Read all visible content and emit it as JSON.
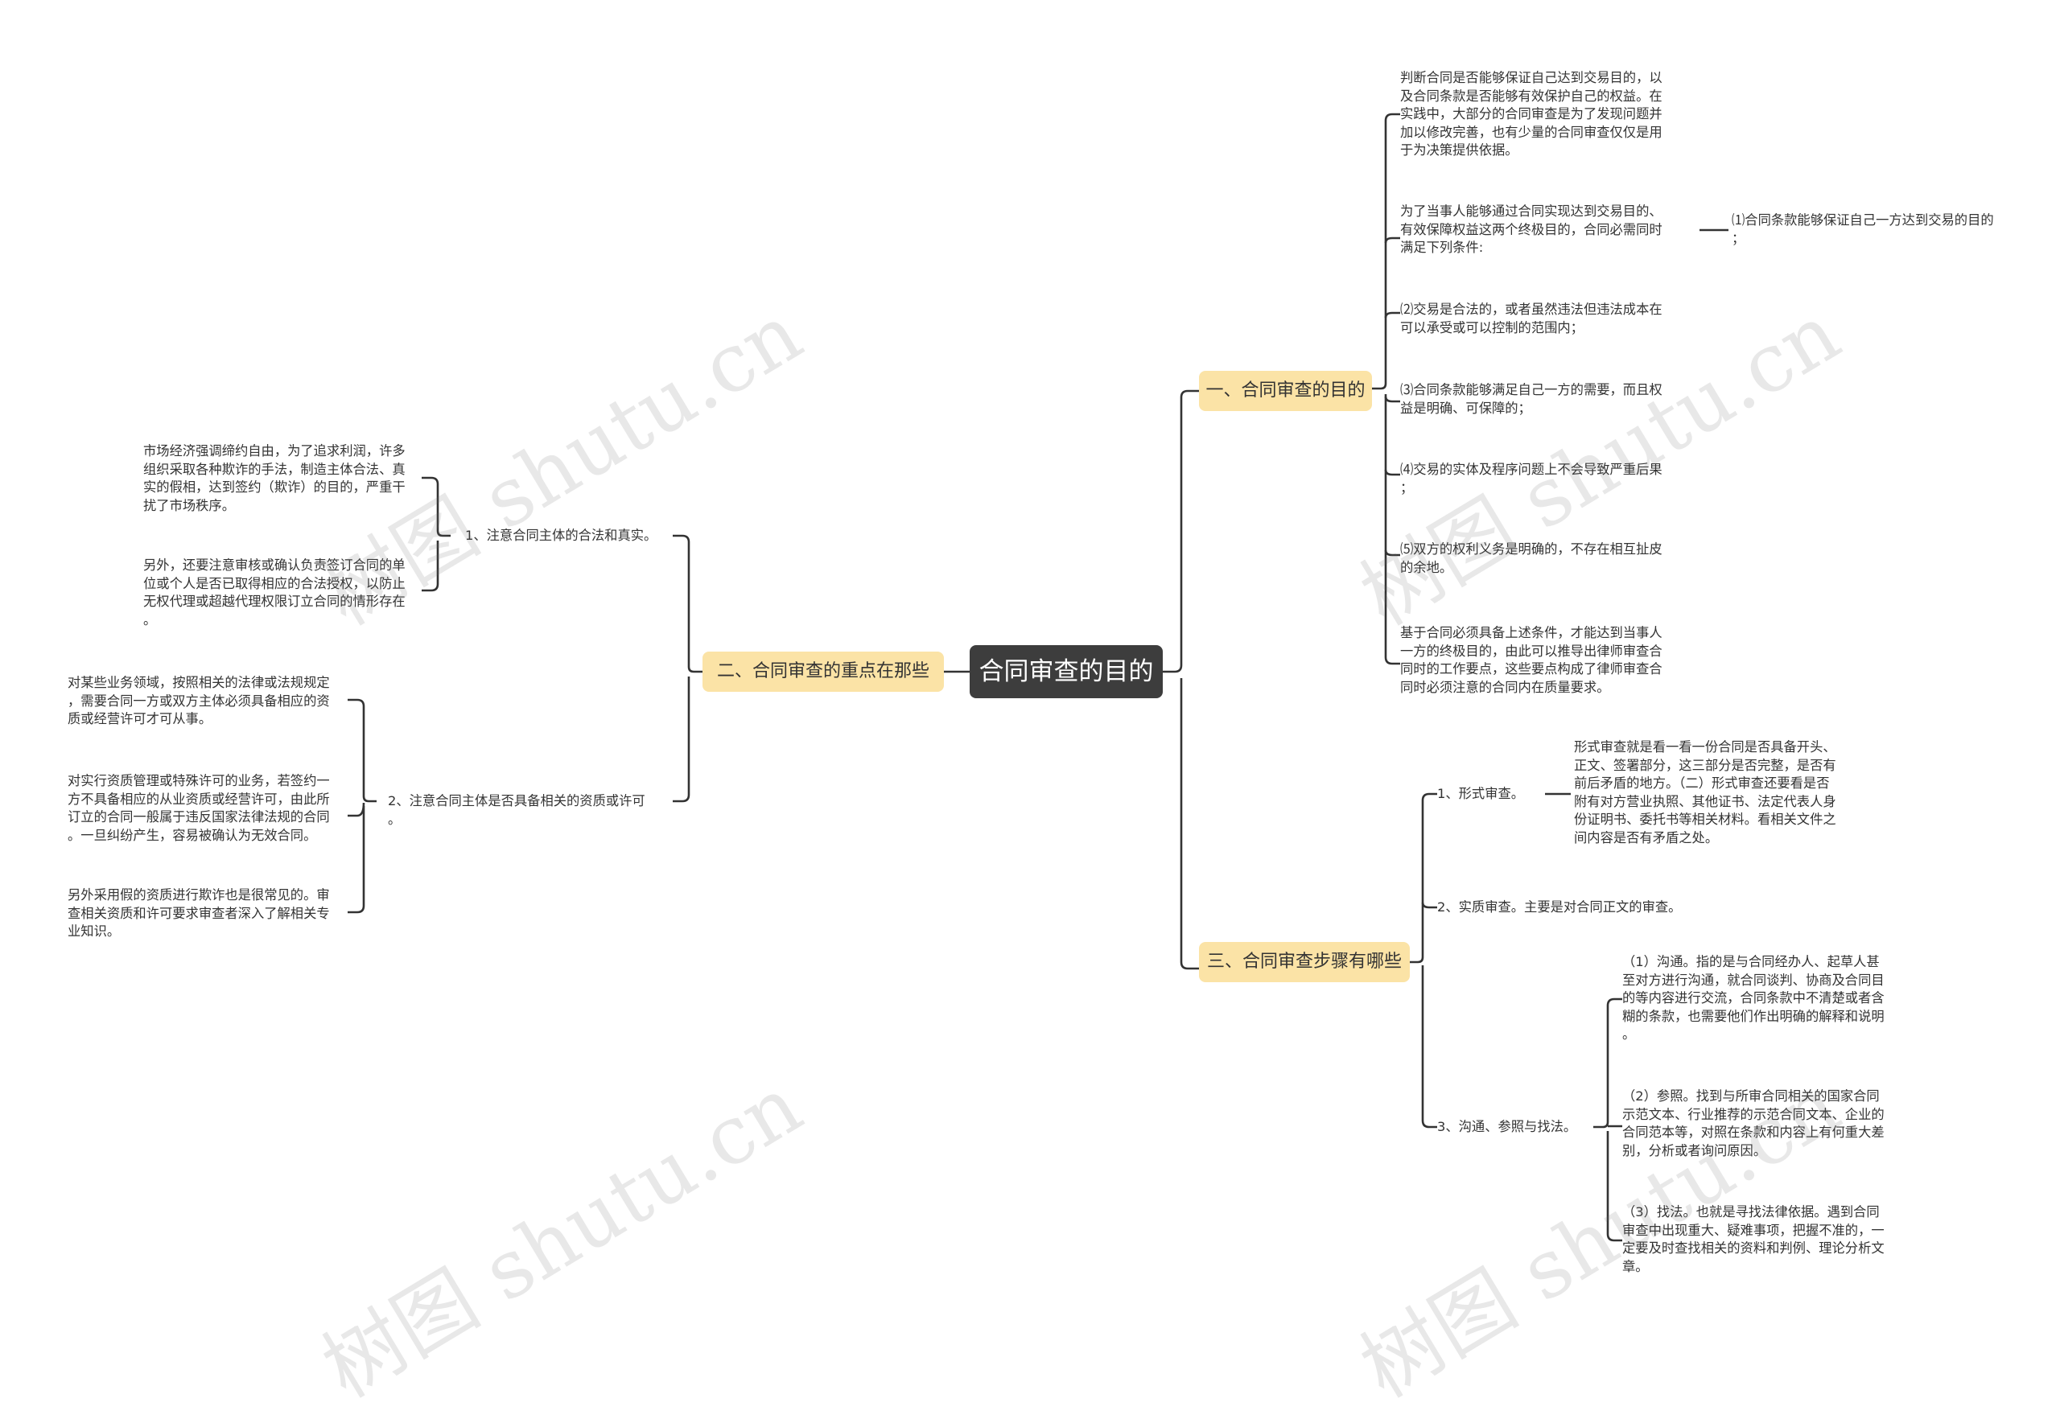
{
  "root": "合同审查的目的",
  "branches": {
    "b1": "一、合同审查的目的",
    "b2": "二、合同审查的重点在那些",
    "b3": "三、合同审查步骤有哪些"
  },
  "b1": {
    "t1": [
      "判断合同是否能够保证自己达到交易目的，以",
      "及合同条款是否能够有效保护自己的权益。在",
      "实践中，大部分的合同审查是为了发现问题并",
      "加以修改完善，也有少量的合同审查仅仅是用",
      "于为决策提供依据。"
    ],
    "t2": [
      "为了当事人能够通过合同实现达到交易目的、",
      "有效保障权益这两个终极目的，合同必需同时",
      "满足下列条件:"
    ],
    "t2c": [
      "⑴合同条款能够保证自己一方达到交易的目的",
      "；"
    ],
    "t3": [
      "⑵交易是合法的，或者虽然违法但违法成本在",
      "可以承受或可以控制的范围内；"
    ],
    "t4": [
      "⑶合同条款能够满足自己一方的需要，而且权",
      "益是明确、可保障的；"
    ],
    "t5": [
      "⑷交易的实体及程序问题上不会导致严重后果",
      "；"
    ],
    "t6": [
      "⑸双方的权利义务是明确的，不存在相互扯皮",
      "的余地。"
    ],
    "t7": [
      "基于合同必须具备上述条件，才能达到当事人",
      "一方的终极目的，由此可以推导出律师审查合",
      "同时的工作要点，这些要点构成了律师审查合",
      "同时必须注意的合同内在质量要求。"
    ]
  },
  "b2": {
    "s1": "1、注意合同主体的合法和真实。",
    "s1t1": [
      "市场经济强调缔约自由，为了追求利润，许多",
      "组织采取各种欺诈的手法，制造主体合法、真",
      "实的假相，达到签约（欺诈）的目的，严重干",
      "扰了市场秩序。"
    ],
    "s1t2": [
      "另外，还要注意审核或确认负责签订合同的单",
      "位或个人是否已取得相应的合法授权，以防止",
      "无权代理或超越代理权限订立合同的情形存在",
      "。"
    ],
    "s2": [
      "2、注意合同主体是否具备相关的资质或许可",
      "。"
    ],
    "s2t1": [
      "对某些业务领域，按照相关的法律或法规规定",
      "，需要合同一方或双方主体必须具备相应的资",
      "质或经营许可才可从事。"
    ],
    "s2t2": [
      "对实行资质管理或特殊许可的业务，若签约一",
      "方不具备相应的从业资质或经营许可，由此所",
      "订立的合同一般属于违反国家法律法规的合同",
      "。一旦纠纷产生，容易被确认为无效合同。"
    ],
    "s2t3": [
      "另外采用假的资质进行欺诈也是很常见的。审",
      "查相关资质和许可要求审查者深入了解相关专",
      "业知识。"
    ]
  },
  "b3": {
    "s1": "1、形式审查。",
    "s1t": [
      "形式审查就是看一看一份合同是否具备开头、",
      "正文、签署部分，这三部分是否完整，是否有",
      "前后矛盾的地方。（二）形式审查还要看是否",
      "附有对方营业执照、其他证书、法定代表人身",
      "份证明书、委托书等相关材料。看相关文件之",
      "间内容是否有矛盾之处。"
    ],
    "s2": "2、实质审查。主要是对合同正文的审查。",
    "s3": "3、沟通、参照与找法。",
    "s3t1": [
      "（1）沟通。指的是与合同经办人、起草人甚",
      "至对方进行沟通，就合同谈判、协商及合同目",
      "的等内容进行交流，合同条款中不清楚或者含",
      "糊的条款，也需要他们作出明确的解释和说明",
      "。"
    ],
    "s3t2": [
      "（2）参照。找到与所审合同相关的国家合同",
      "示范文本、行业推荐的示范合同文本、企业的",
      "合同范本等，对照在条款和内容上有何重大差",
      "别，分析或者询问原因。"
    ],
    "s3t3": [
      "（3）找法。也就是寻找法律依据。遇到合同",
      "审查中出现重大、疑难事项，把握不准的，一",
      "定要及时查找相关的资料和判例、理论分析文",
      "章。"
    ]
  },
  "watermark": "树图 shutu.cn"
}
